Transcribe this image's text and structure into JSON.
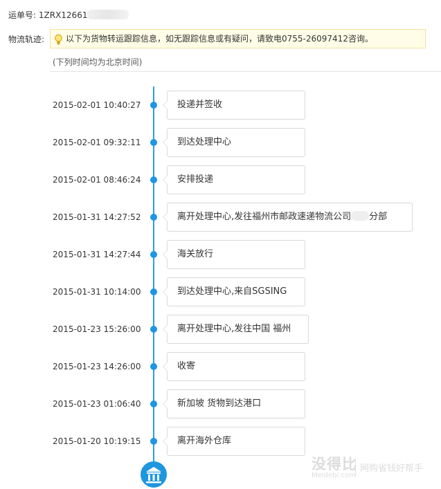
{
  "header": {
    "waybill_label": "运单号:",
    "waybill_number": "1ZRX12661",
    "track_label": "物流轨迹:",
    "notice": "以下为货物转运跟踪信息，如无跟踪信息或有疑问，请致电0755-26097412咨询。",
    "timezone_note": "(下列时间均为北京时间)"
  },
  "events": [
    {
      "time": "2015-02-01 10:40:27",
      "desc": "投递并签收"
    },
    {
      "time": "2015-02-01 09:32:11",
      "desc": "到达处理中心"
    },
    {
      "time": "2015-02-01 08:46:24",
      "desc": "安排投递"
    },
    {
      "time": "2015-01-31 14:27:52",
      "desc": "离开处理中心,发往福州市邮政速递物流公司",
      "desc_suffix": "分部"
    },
    {
      "time": "2015-01-31 14:27:44",
      "desc": "海关放行"
    },
    {
      "time": "2015-01-31 10:14:00",
      "desc": "到达处理中心,来自SGSING"
    },
    {
      "time": "2015-01-23 15:26:00",
      "desc": "离开处理中心,发往中国 福州"
    },
    {
      "time": "2015-01-23 14:26:00",
      "desc": "收寄"
    },
    {
      "time": "2015-01-23 01:06:40",
      "desc": "新加坡 货物到达港口"
    },
    {
      "time": "2015-01-20 10:19:15",
      "desc": "离开海外仓库"
    }
  ],
  "watermark": {
    "brand": "没得比",
    "domain": "Meidebi.com",
    "slogan": "网购省钱好帮手"
  },
  "colors": {
    "timeline": "#29a0e6",
    "notice_bg": "#fffde7"
  },
  "icons": {
    "notice": "lightbulb-icon",
    "end": "bank-building-icon"
  }
}
